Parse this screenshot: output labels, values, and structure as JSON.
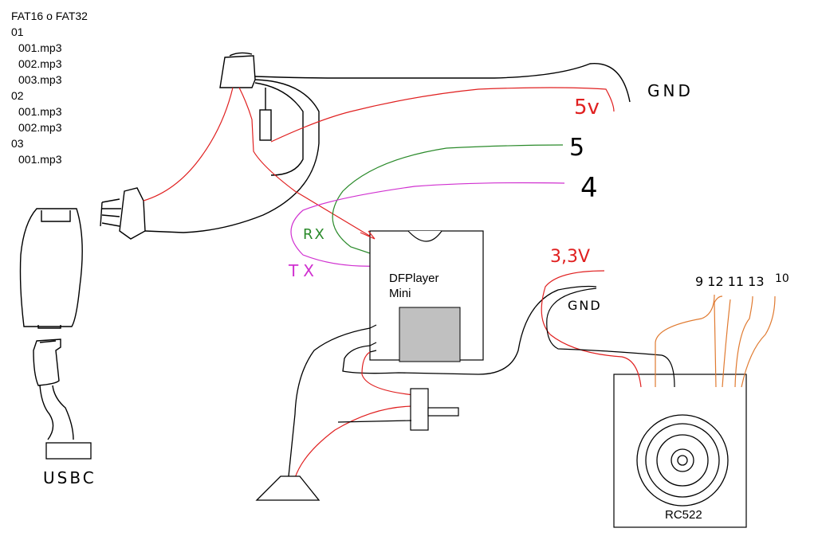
{
  "file_list": {
    "title": "FAT16 o FAT32",
    "folders": [
      {
        "name": "01",
        "files": [
          "001.mp3",
          "002.mp3",
          "003.mp3"
        ]
      },
      {
        "name": "02",
        "files": [
          "001.mp3",
          "002.mp3"
        ]
      },
      {
        "name": "03",
        "files": [
          "001.mp3"
        ]
      }
    ]
  },
  "components": {
    "dfplayer": {
      "line1": "DFPlayer",
      "line2": "Mini"
    },
    "rc522": "RC522",
    "usb_label": "USBC"
  },
  "pin_labels": {
    "gnd_top": "GND",
    "v5": "5v",
    "pin5": "5",
    "pin4": "4",
    "rx": "RX",
    "tx": "TX",
    "v33": "3,3V",
    "gnd_rc": "GND",
    "rc_pins": "9 12 11 13",
    "rc_pin10": "10"
  },
  "colors": {
    "black": "#000000",
    "red": "#e02020",
    "green": "#2a8a2a",
    "magenta": "#d030d0",
    "orange": "#e07a30",
    "chip_fill": "#c0c0c0"
  }
}
